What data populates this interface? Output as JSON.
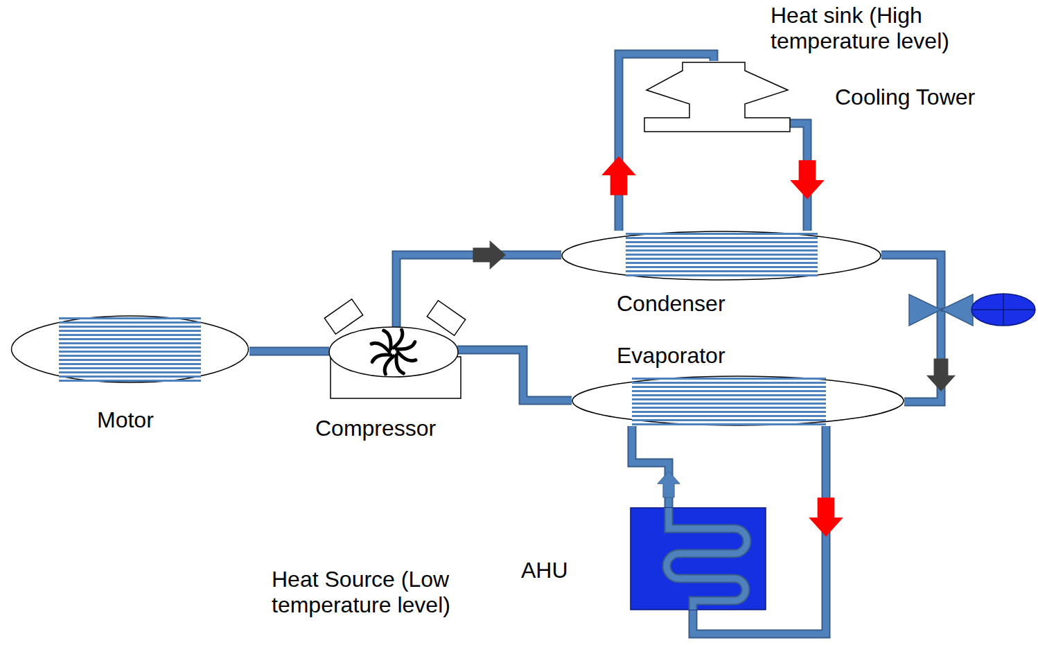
{
  "diagram": {
    "nodes": [
      {
        "text": [
          "Cooling Tower"
        ]
      },
      {
        "text": [
          "Condenser"
        ]
      },
      {
        "text": [
          "Motor"
        ]
      },
      {
        "text": [
          "Compressor"
        ]
      },
      {
        "text": [
          "Evaporator"
        ]
      },
      {
        "text": [
          "AHU"
        ]
      }
    ],
    "edges": [
      {
        "from": 2,
        "to": 3,
        "arrow": "none"
      },
      {
        "from": 3,
        "to": 1,
        "arrow": "to"
      },
      {
        "from": 1,
        "to": 4,
        "arrow": "to"
      },
      {
        "from": 4,
        "to": 3,
        "arrow": "none"
      },
      {
        "from": 1,
        "to": 0,
        "arrow": "to"
      },
      {
        "from": 0,
        "to": 1,
        "arrow": "to"
      },
      {
        "from": 4,
        "to": 5,
        "arrow": "to"
      },
      {
        "from": 5,
        "to": 4,
        "arrow": "to"
      }
    ],
    "labels": [
      "Heat sink (High temperature level)",
      "Heat Source (Low temperature level)"
    ]
  }
}
